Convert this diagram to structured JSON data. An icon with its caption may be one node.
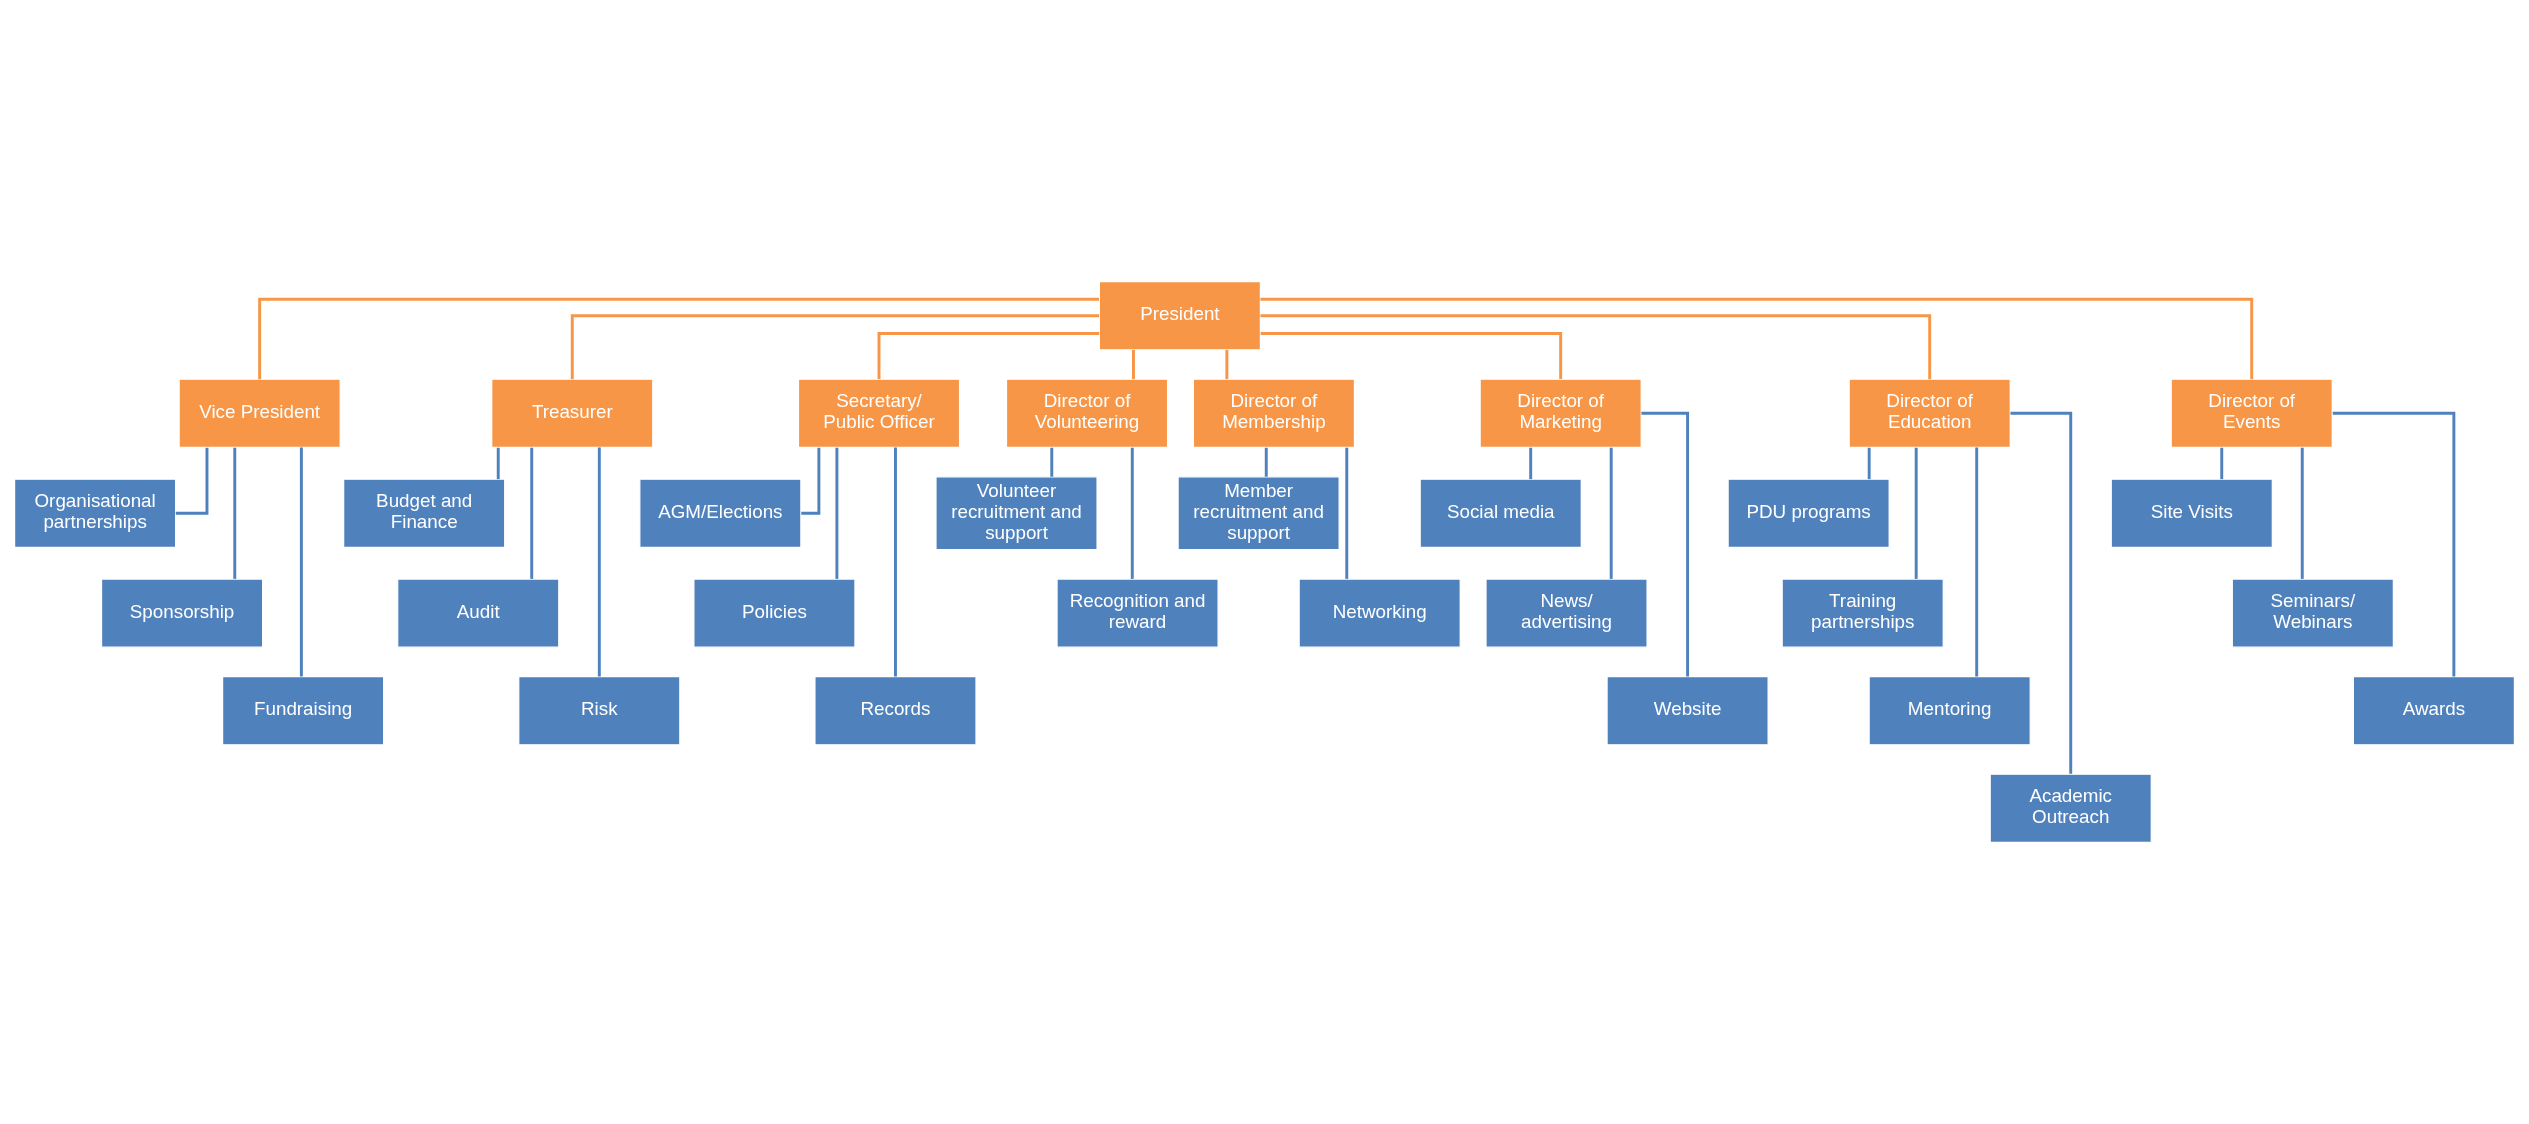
{
  "diagram": {
    "nodes": [
      {
        "text": [
          "President"
        ]
      },
      {
        "text": [
          "Vice President"
        ]
      },
      {
        "text": [
          "Treasurer"
        ]
      },
      {
        "text": [
          "Secretary/ Public Officer"
        ]
      },
      {
        "text": [
          "Director of Volunteering"
        ]
      },
      {
        "text": [
          "Director of Membership"
        ]
      },
      {
        "text": [
          "Director of Marketing"
        ]
      },
      {
        "text": [
          "Director of Education"
        ]
      },
      {
        "text": [
          "Director of Events"
        ]
      },
      {
        "text": [
          "Organisational partnerships"
        ]
      },
      {
        "text": [
          "Sponsorship"
        ]
      },
      {
        "text": [
          "Fundraising"
        ]
      },
      {
        "text": [
          "Budget and Finance"
        ]
      },
      {
        "text": [
          "Audit"
        ]
      },
      {
        "text": [
          "Risk"
        ]
      },
      {
        "text": [
          "AGM/Elections"
        ]
      },
      {
        "text": [
          "Policies"
        ]
      },
      {
        "text": [
          "Records"
        ]
      },
      {
        "text": [
          "Volunteer recruitment and support"
        ]
      },
      {
        "text": [
          "Recognition and reward"
        ]
      },
      {
        "text": [
          "Member recruitment and support"
        ]
      },
      {
        "text": [
          "Networking"
        ]
      },
      {
        "text": [
          "Social media"
        ]
      },
      {
        "text": [
          "News/ advertising"
        ]
      },
      {
        "text": [
          "Website"
        ]
      },
      {
        "text": [
          "PDU programs"
        ]
      },
      {
        "text": [
          "Training partnerships"
        ]
      },
      {
        "text": [
          "Mentoring"
        ]
      },
      {
        "text": [
          "Academic Outreach"
        ]
      },
      {
        "text": [
          "Site Visits"
        ]
      },
      {
        "text": [
          "Seminars/ Webinars"
        ]
      },
      {
        "text": [
          "Awards"
        ]
      }
    ],
    "edges": [
      {
        "from": 0,
        "to": 1,
        "arrow": "none",
        "color": "#f79646"
      },
      {
        "from": 0,
        "to": 2,
        "arrow": "none",
        "color": "#f79646"
      },
      {
        "from": 0,
        "to": 3,
        "arrow": "none",
        "color": "#f79646"
      },
      {
        "from": 0,
        "to": 4,
        "arrow": "none",
        "color": "#f79646"
      },
      {
        "from": 0,
        "to": 5,
        "arrow": "none",
        "color": "#f79646"
      },
      {
        "from": 0,
        "to": 6,
        "arrow": "none",
        "color": "#f79646"
      },
      {
        "from": 0,
        "to": 7,
        "arrow": "none",
        "color": "#f79646"
      },
      {
        "from": 0,
        "to": 8,
        "arrow": "none",
        "color": "#f79646"
      },
      {
        "from": 1,
        "to": 9,
        "arrow": "none"
      },
      {
        "from": 1,
        "to": 10,
        "arrow": "none"
      },
      {
        "from": 1,
        "to": 11,
        "arrow": "none"
      },
      {
        "from": 2,
        "to": 12,
        "arrow": "none"
      },
      {
        "from": 2,
        "to": 13,
        "arrow": "none"
      },
      {
        "from": 2,
        "to": 14,
        "arrow": "none"
      },
      {
        "from": 3,
        "to": 15,
        "arrow": "none"
      },
      {
        "from": 3,
        "to": 16,
        "arrow": "none"
      },
      {
        "from": 3,
        "to": 17,
        "arrow": "none"
      },
      {
        "from": 4,
        "to": 18,
        "arrow": "none"
      },
      {
        "from": 4,
        "to": 19,
        "arrow": "none"
      },
      {
        "from": 5,
        "to": 20,
        "arrow": "none"
      },
      {
        "from": 5,
        "to": 21,
        "arrow": "none"
      },
      {
        "from": 6,
        "to": 22,
        "arrow": "none"
      },
      {
        "from": 6,
        "to": 23,
        "arrow": "none"
      },
      {
        "from": 6,
        "to": 24,
        "arrow": "none"
      },
      {
        "from": 7,
        "to": 25,
        "arrow": "none"
      },
      {
        "from": 7,
        "to": 26,
        "arrow": "none"
      },
      {
        "from": 7,
        "to": 27,
        "arrow": "none"
      },
      {
        "from": 7,
        "to": 28,
        "arrow": "none"
      },
      {
        "from": 8,
        "to": 29,
        "arrow": "none"
      },
      {
        "from": 8,
        "to": 30,
        "arrow": "none"
      },
      {
        "from": 8,
        "to": 31,
        "arrow": "none"
      }
    ]
  }
}
